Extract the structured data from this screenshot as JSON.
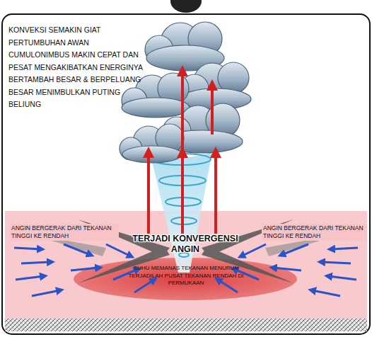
{
  "diagram": {
    "labels": [
      "KONVEKSI SEMAKIN GIAT PERTUMBUHAN AWAN CUMULONIMBUS MAKIN CEPAT DAN PESAT MENGAKIBATKAN ENERGINYA BERTAMBAH BESAR & BERPELUANG BESAR MENIMBULKAN PUTING BELIUNG",
      "ANGIN BERGERAK DARI TEKANAN TINGGI KE RENDAH",
      "ANGIN BERGERAK DARI TEKANAN TINGGI KE RENDAH",
      "TERJADI KONVERGENSI ANGIN",
      "SUHU MEMANAS TEKANAN MENURUN TERJADILAH PUSAT TEKANAN RENDAH DI PERMUKAAN"
    ]
  }
}
